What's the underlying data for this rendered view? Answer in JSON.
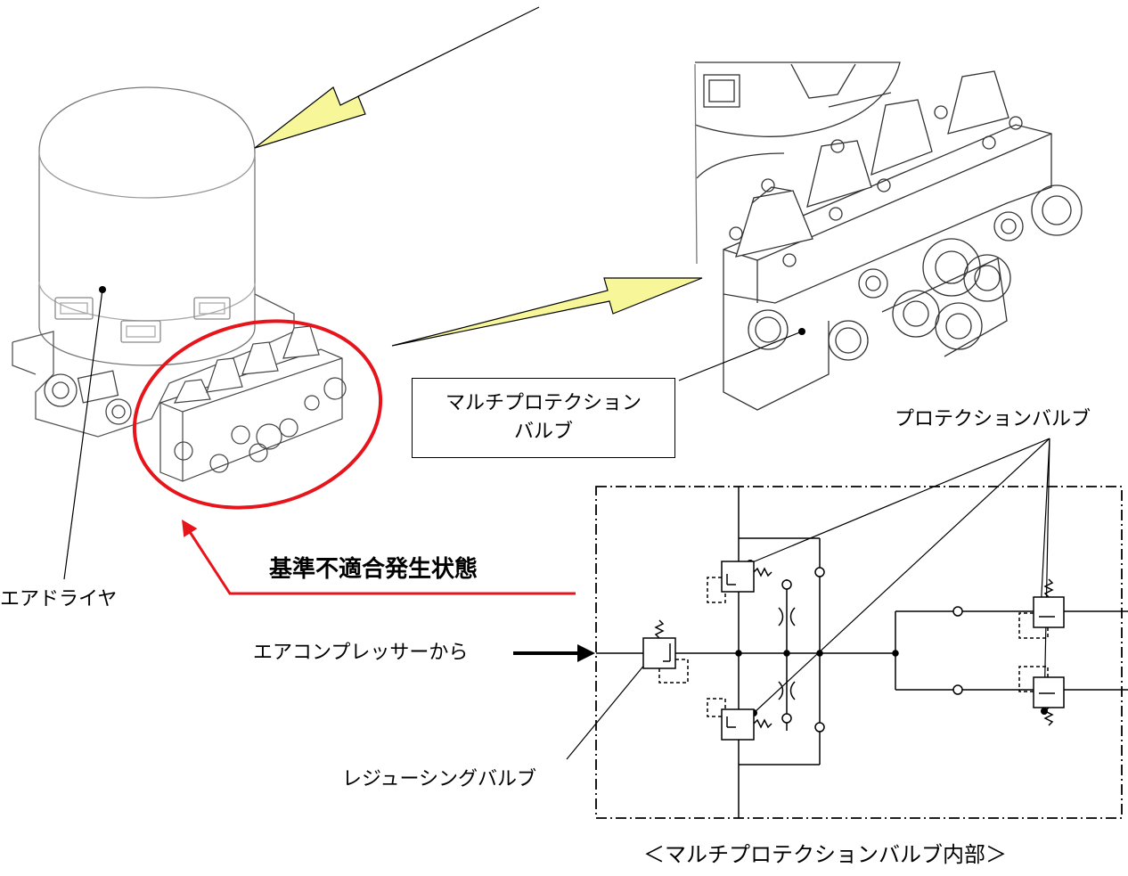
{
  "labels": {
    "air_dryer": "エアドライヤ",
    "multi_protection_valve_line1": "マルチプロテクション",
    "multi_protection_valve_line2": "バルブ",
    "protection_valve": "プロテクションバルブ",
    "nonconformity_state": "基準不適合発生状態",
    "from_air_compressor": "エアコンプレッサーから",
    "reducing_valve": "レジューシングバルブ",
    "caption": "＜マルチプロテクションバルブ内部＞"
  },
  "colors": {
    "highlight_red": "#e8141b",
    "arrow_yellow": "#f7f79a",
    "line": "#000000"
  }
}
